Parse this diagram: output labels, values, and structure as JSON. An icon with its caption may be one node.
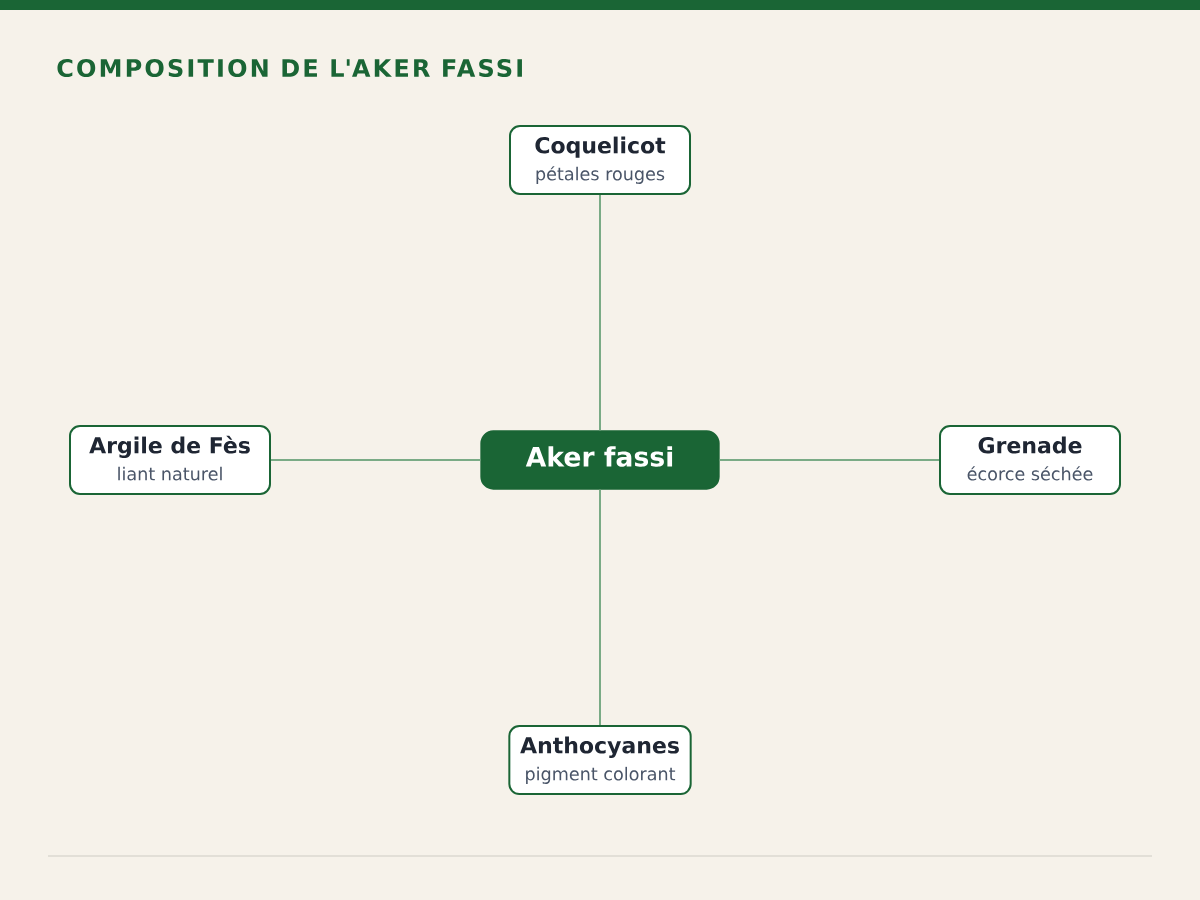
{
  "diagram": {
    "title": "COMPOSITION DE L'AKER FASSI",
    "nodes": [
      {
        "text": [
          "Coquelicot",
          "pétales rouges"
        ]
      },
      {
        "text": [
          "Argile de Fès",
          "liant naturel"
        ]
      },
      {
        "text": [
          "Aker fassi"
        ]
      },
      {
        "text": [
          "Grenade",
          "écorce séchée"
        ]
      },
      {
        "text": [
          "Anthocyanes",
          "pigment colorant"
        ]
      }
    ],
    "edges": [
      {
        "from": 2,
        "to": 0,
        "arrow": "none"
      },
      {
        "from": 2,
        "to": 1,
        "arrow": "none"
      },
      {
        "from": 2,
        "to": 3,
        "arrow": "none"
      },
      {
        "from": 2,
        "to": 4,
        "arrow": "none"
      }
    ]
  }
}
